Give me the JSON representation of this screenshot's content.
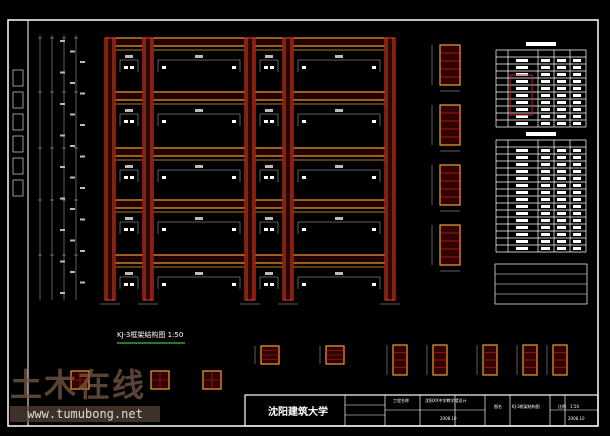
{
  "drawing": {
    "title": "KJ-3框架结构图 1:50",
    "frame": {
      "columns": 5,
      "floors": 5
    },
    "colors": {
      "beam": "#f0a030",
      "column": "#c02020",
      "border": "#ffffff",
      "dim": "#bbbbbb",
      "underline": "#40c040"
    }
  },
  "title_block": {
    "school": "沈阳建筑大学",
    "project_label": "工程名称",
    "project_name": "沈阳XX中学教学楼设计",
    "drawing_label": "图名",
    "drawing_name": "KJ-3框架结构图",
    "date": "2008.10",
    "date2": "2008.10",
    "scale_label": "比例",
    "scale": "1:50"
  },
  "watermark": {
    "logo": "土木在线",
    "url": "www.tumubong.net"
  }
}
